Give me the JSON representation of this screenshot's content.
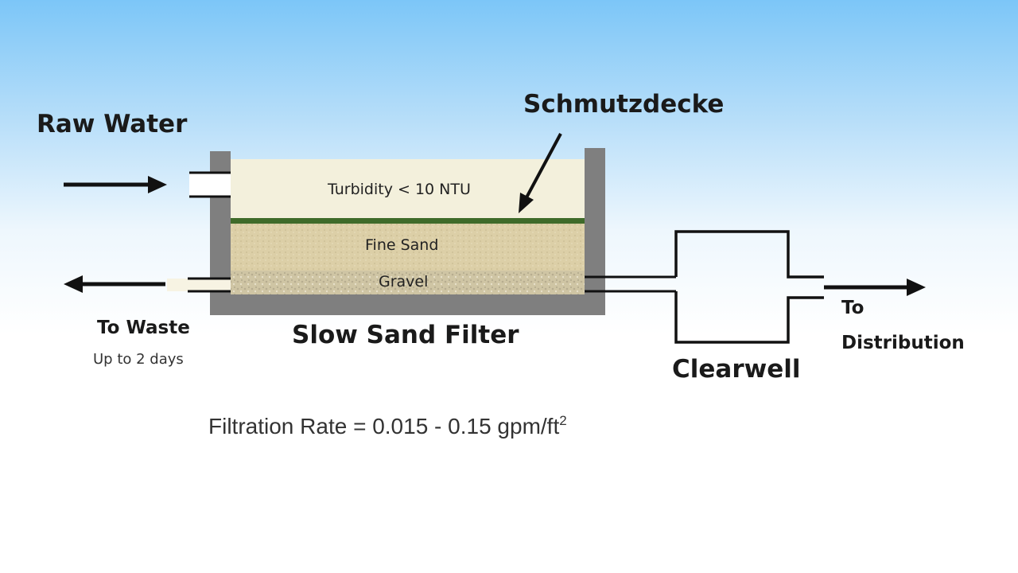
{
  "labels": {
    "raw_water": "Raw Water",
    "schmutzdecke": "Schmutzdecke",
    "turbidity": "Turbidity < 10 NTU",
    "fine_sand": "Fine Sand",
    "gravel": "Gravel",
    "to_waste": "To Waste",
    "to_waste_note": "Up to 2 days",
    "filter_name": "Slow Sand Filter",
    "clearwell": "Clearwell",
    "to": "To",
    "distribution": "Distribution"
  },
  "formula": {
    "text": "Filtration Rate = 0.015 - 0.15 gpm/ft",
    "exponent": "2"
  },
  "colors": {
    "wall": "#7f7f7f",
    "water": "#f3f0dc",
    "schmutzdecke_layer": "#3f6b2a",
    "fine_sand": "#dccfa7",
    "gravel": "#cfc5a4",
    "arrow": "#111111"
  }
}
